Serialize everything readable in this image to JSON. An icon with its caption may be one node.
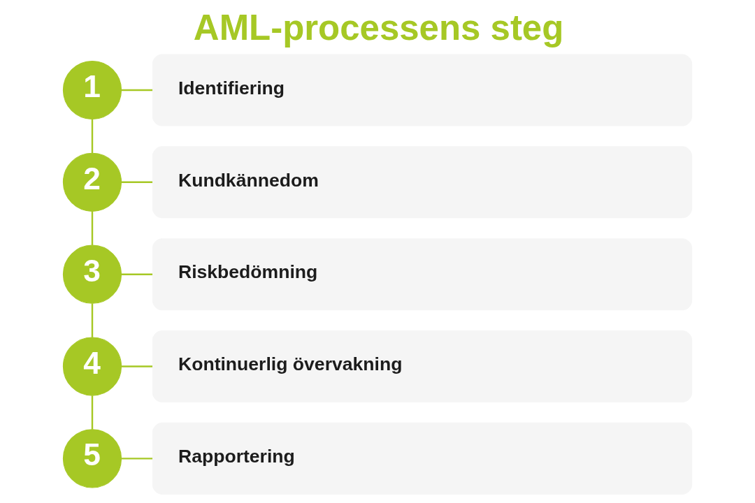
{
  "diagram": {
    "title": "AML-processens steg",
    "nodes": [
      {
        "text": [
          "1"
        ]
      },
      {
        "text": [
          "Identifiering"
        ]
      },
      {
        "text": [
          "2"
        ]
      },
      {
        "text": [
          "Kundkännedom"
        ]
      },
      {
        "text": [
          "3"
        ]
      },
      {
        "text": [
          "Riskbedömning"
        ]
      },
      {
        "text": [
          "4"
        ]
      },
      {
        "text": [
          "Kontinuerlig övervakning"
        ]
      },
      {
        "text": [
          "5"
        ]
      },
      {
        "text": [
          "Rapportering"
        ]
      }
    ],
    "edges": [
      {
        "from": 0,
        "to": 1,
        "arrow": "none"
      },
      {
        "from": 0,
        "to": 2,
        "arrow": "none"
      },
      {
        "from": 2,
        "to": 3,
        "arrow": "none"
      },
      {
        "from": 2,
        "to": 4,
        "arrow": "none"
      },
      {
        "from": 4,
        "to": 5,
        "arrow": "none"
      },
      {
        "from": 4,
        "to": 6,
        "arrow": "none"
      },
      {
        "from": 6,
        "to": 7,
        "arrow": "none"
      },
      {
        "from": 6,
        "to": 8,
        "arrow": "none"
      },
      {
        "from": 8,
        "to": 9,
        "arrow": "none"
      }
    ]
  }
}
